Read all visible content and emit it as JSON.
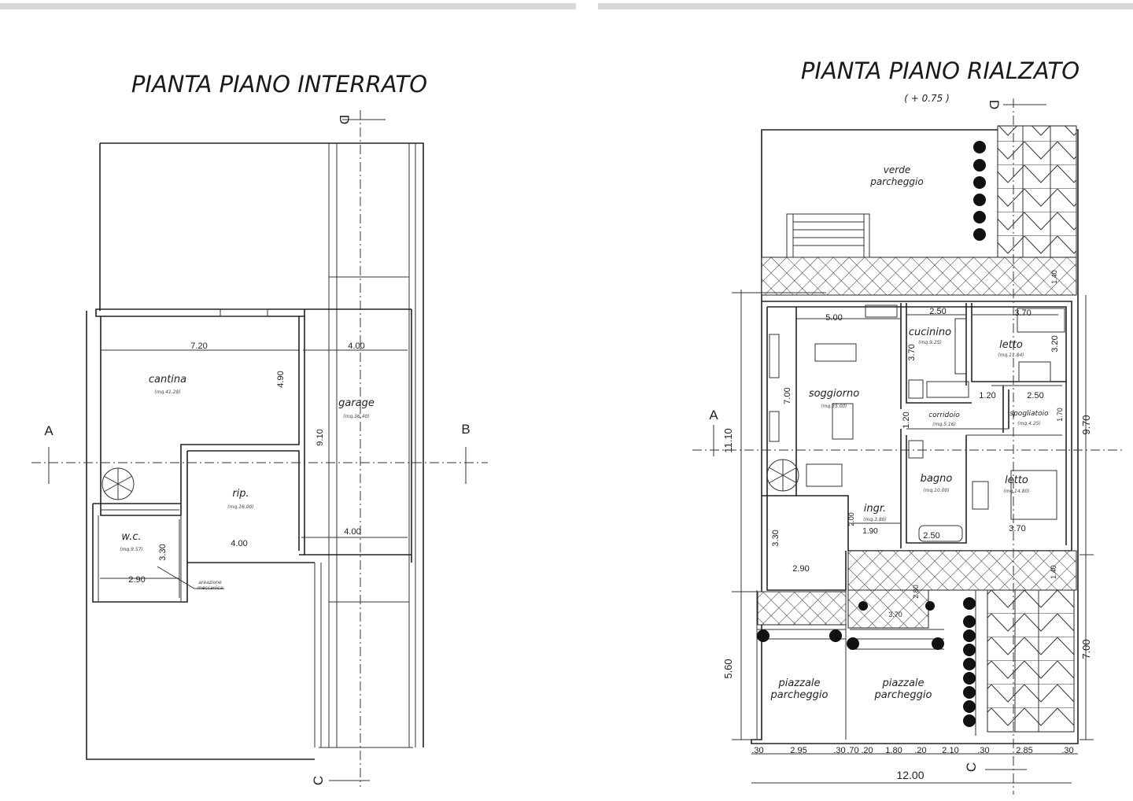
{
  "left_plan": {
    "title": "PIANTA PIANO INTERRATO",
    "rooms": [
      {
        "name": "cantina",
        "area": "(mq.41.28)"
      },
      {
        "name": "garage",
        "area": "(mq.36.40)"
      },
      {
        "name": "rip.",
        "area": "(mq.16.00)"
      },
      {
        "name": "w.c.",
        "area": "(mq.9.57)"
      }
    ],
    "dimensions": [
      "7.20",
      "4.90",
      "4.00",
      "9.10",
      "4.00",
      "4.00",
      "3.30",
      "2.90"
    ],
    "note": [
      "areazione",
      "meccanica"
    ],
    "section_marks": [
      "A",
      "B",
      "C",
      "D"
    ]
  },
  "right_plan": {
    "title": "PIANTA PIANO RIALZATO",
    "level": "( + 0.75 )",
    "rooms": [
      {
        "name": "verde",
        "name2": "parcheggio"
      },
      {
        "name": "soggiorno",
        "area": "(mq.35.00)"
      },
      {
        "name": "cucinino",
        "area": "(mq.9.25)"
      },
      {
        "name": "letto",
        "area": "(mq.11.84)"
      },
      {
        "name": "corridoio",
        "area": "(mq.5.16)"
      },
      {
        "name": "spogliatoio",
        "area": "(mq.4.25)"
      },
      {
        "name": "bagno",
        "area": "(mq.10.00)"
      },
      {
        "name": "letto",
        "area": "(mq.14.80)"
      },
      {
        "name": "ingr.",
        "area": "(mq.3.80)"
      },
      {
        "name": "piazzale",
        "name2": "parcheggio"
      },
      {
        "name": "piazzale",
        "name2": "parcheggio"
      }
    ],
    "dimensions": {
      "interior": [
        "5.00",
        "2.50",
        "3.70",
        "3.70",
        "3.20",
        "7.00",
        "1.20",
        "2.50",
        "1.20",
        "1.70",
        "2.00",
        "1.90",
        "2.50",
        "3.70",
        "3.30",
        "2.90",
        "3.70",
        "2.80",
        "1.40",
        "1.40"
      ],
      "overall_left": [
        "11.10",
        "5.60"
      ],
      "overall_right": [
        "9.70",
        "7.00"
      ],
      "bottom_chain": [
        ".30",
        "2.95",
        ".30",
        ".70",
        ".20",
        "1.80",
        ".20",
        "2.10",
        ".30",
        "2.85",
        ".30"
      ],
      "total_width": "12.00"
    },
    "section_marks": [
      "A",
      "C",
      "D"
    ]
  }
}
